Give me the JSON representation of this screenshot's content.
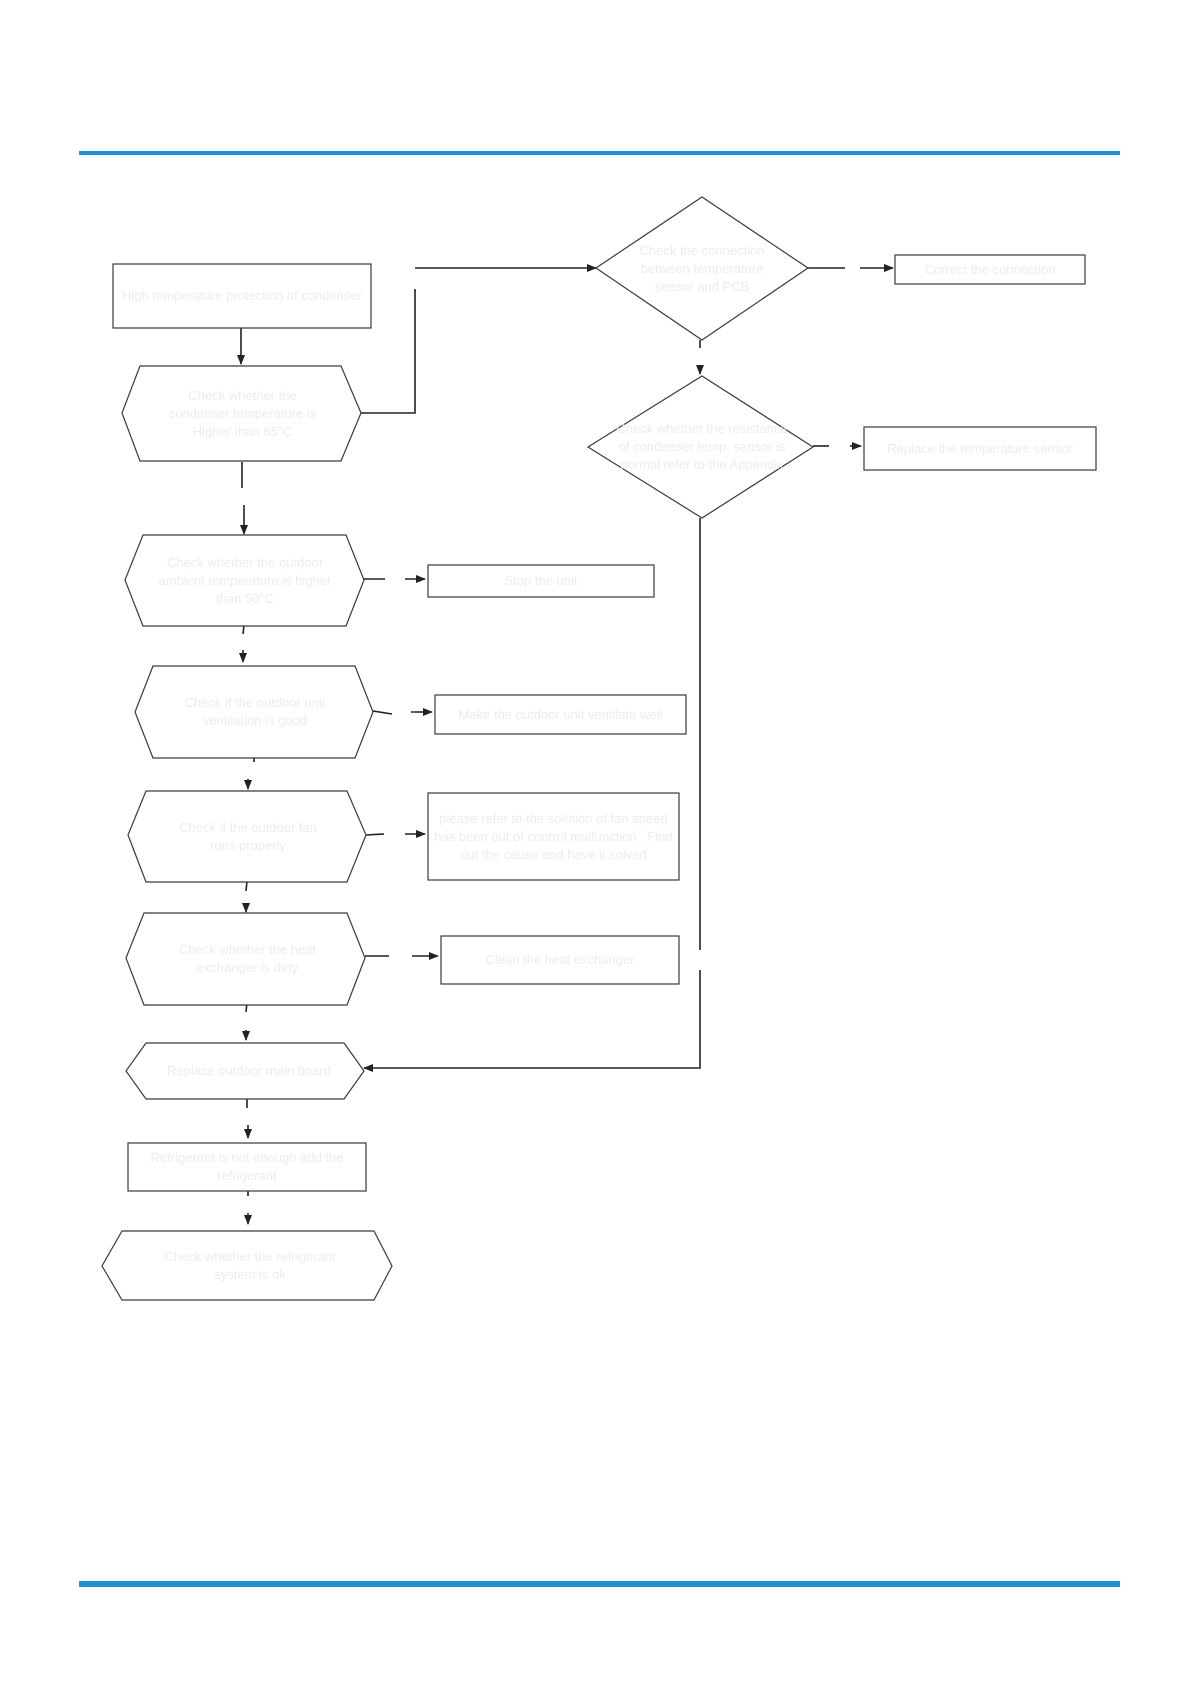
{
  "colors": {
    "rule": "#1f8fd6",
    "line": "#222222",
    "node_border": "#3a3a3a",
    "node_text": "#ececec"
  },
  "flowchart": {
    "start": "High temperature protection of condenser",
    "check_condenser_temp": "Check whether the condenser temperature is Higher than 65°C",
    "check_connection": "Check the connection between temperature sensor and PCB",
    "correct_connection": "Correct the connection",
    "check_sensor_resistance": "Check whether the resistance of condenser temp. sensor is normal refer to the Appendix",
    "replace_sensor": "Replace the temperature sensor",
    "check_ambient_temp": "Check whether the outdoor ambient temperature is higher than 50°C",
    "stop_unit": "Stop the unit",
    "check_ventilation": "Check if the outdoor unit ventilation is good",
    "make_ventilate": "Make the outdoor unit ventilate well",
    "check_fan": "Check if the outdoor fan runs properly",
    "fan_solution": "please refer to the solution of fan speed has been out of control malfunction . Find out the cause and have it solved",
    "check_heat_exchanger": "Check whether the heat exchanger is dirty",
    "clean_heat_exchanger": "Clean the heat exchanger",
    "replace_main_board": "Replace outdoor main board",
    "add_refrigerant": "Refrigerant is not enough add the refrigerant",
    "check_refrigerant_system": "Check whether the refrigerant system is ok"
  }
}
